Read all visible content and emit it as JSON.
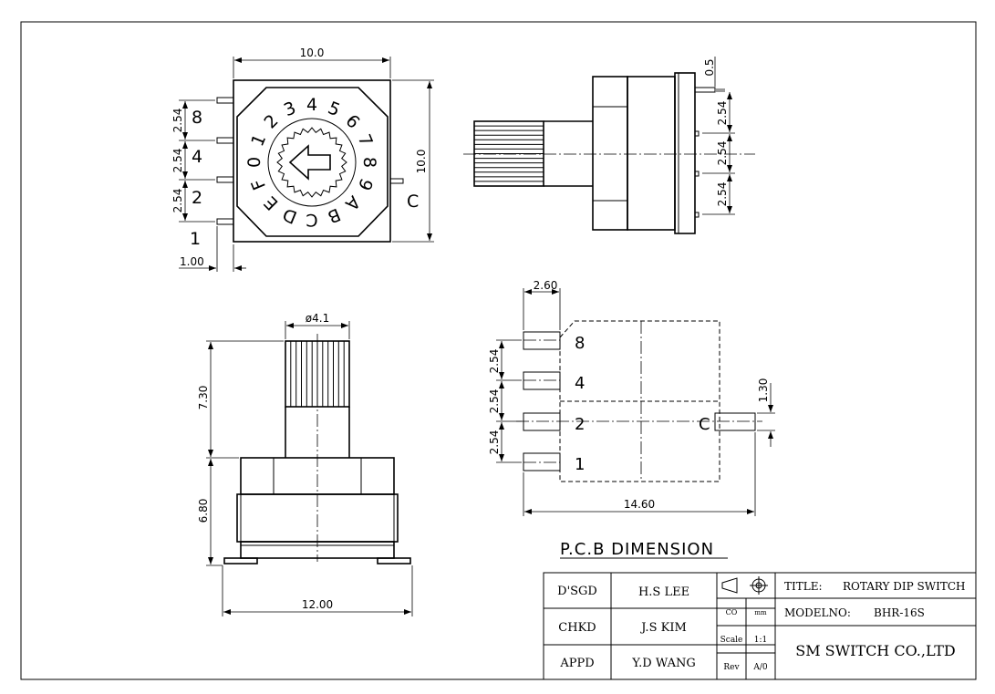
{
  "dimensions": {
    "top_width": "10.0",
    "top_height": "10.0",
    "pin_pitch_1": "2.54",
    "pin_pitch_2": "2.54",
    "pin_pitch_3": "2.54",
    "pin_offset": "1.00",
    "side_pin": "0.5",
    "side_pitch_1": "2.54",
    "side_pitch_2": "2.54",
    "side_pitch_3": "2.54",
    "shaft_dia": "ø4.1",
    "shaft_len": "7.30",
    "body_height": "6.80",
    "body_width": "12.00",
    "pcb_pad_w": "2.60",
    "pcb_pitch_1": "2.54",
    "pcb_pitch_2": "2.54",
    "pcb_pitch_3": "2.54",
    "pcb_c_pad": "1.30",
    "pcb_total": "14.60"
  },
  "pin_labels": {
    "p8": "8",
    "p4": "4",
    "p2": "2",
    "p1": "1",
    "pc": "C"
  },
  "dial_chars": [
    "0",
    "1",
    "2",
    "3",
    "4",
    "5",
    "6",
    "7",
    "8",
    "9",
    "A",
    "B",
    "C",
    "D",
    "E",
    "F"
  ],
  "pcb_title": "P.C.B DIMENSION",
  "title_block": {
    "dsgd_label": "D'SGD",
    "dsgd_name": "H.S LEE",
    "chkd_label": "CHKD",
    "chkd_name": "J.S KIM",
    "appd_label": "APPD",
    "appd_name": "Y.D WANG",
    "unit_co": "CO",
    "unit_mm": "mm",
    "scale_label": "Scale",
    "scale_value": "1:1",
    "rev_label": "Rev",
    "rev_value": "A/0",
    "title_label": "TITLE:",
    "title_value": "ROTARY DIP SWITCH",
    "model_label": "MODELNO:",
    "model_value": "BHR-16S",
    "company": "SM SWITCH CO.,LTD"
  }
}
